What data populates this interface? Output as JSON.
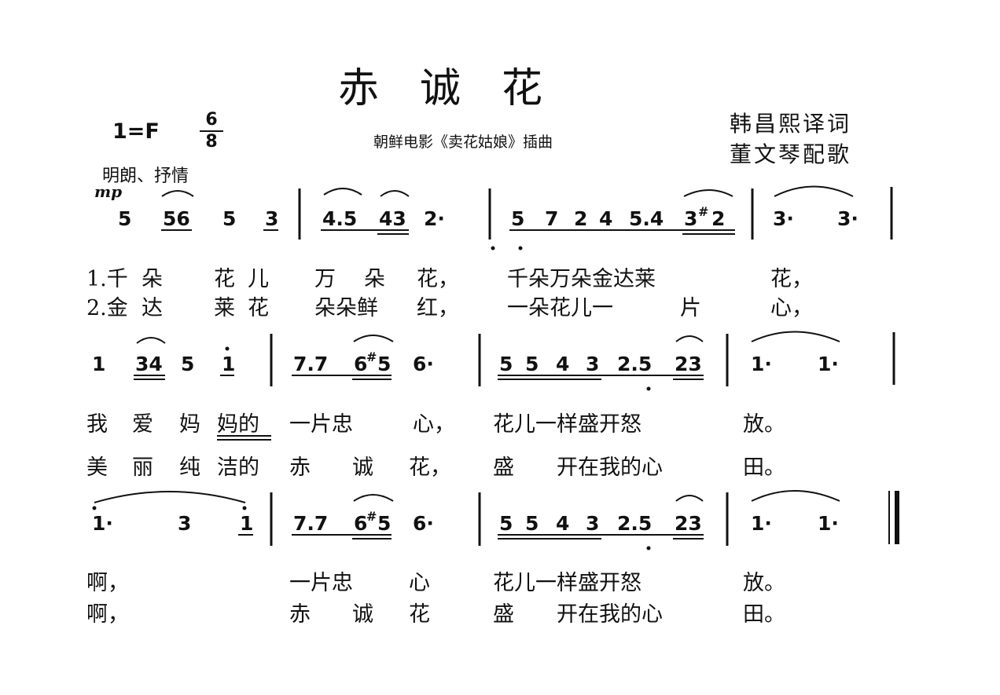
{
  "header": {
    "title": "赤诚花",
    "key": "1=F",
    "meter_top": "6",
    "meter_bottom": "8",
    "subtitle": "朝鲜电影《卖花姑娘》插曲",
    "credit_lyrics": "韩昌熙译词",
    "credit_arrange": "董文琴配歌",
    "tempo": "明朗、抒情",
    "dynamic": "mp"
  },
  "lyrics": {
    "row1_v1": [
      "1.千",
      "朵",
      "花",
      "儿",
      "万",
      "朵",
      "花，",
      "千朵万朵金达莱",
      "花，"
    ],
    "row1_v2": [
      "2.金",
      "达",
      "莱",
      "花",
      "朵朵鲜",
      "红，",
      "一朵花儿一",
      "片",
      "心，"
    ],
    "row2_v1": [
      "我",
      "爱",
      "妈",
      "妈的",
      "一片忠",
      "心，",
      "花儿一样盛开怒",
      "放。"
    ],
    "row2_v2": [
      "美",
      "丽",
      "纯",
      "洁的",
      "赤",
      "诚",
      "花，",
      "盛",
      "开在我的心",
      "田。"
    ],
    "row3_v1": [
      "啊，",
      "一片忠",
      "心",
      "花儿一样盛开怒",
      "放。"
    ],
    "row3_v2": [
      "啊，",
      "赤",
      "诚",
      "花",
      "盛",
      "开在我的心",
      "田。"
    ]
  }
}
